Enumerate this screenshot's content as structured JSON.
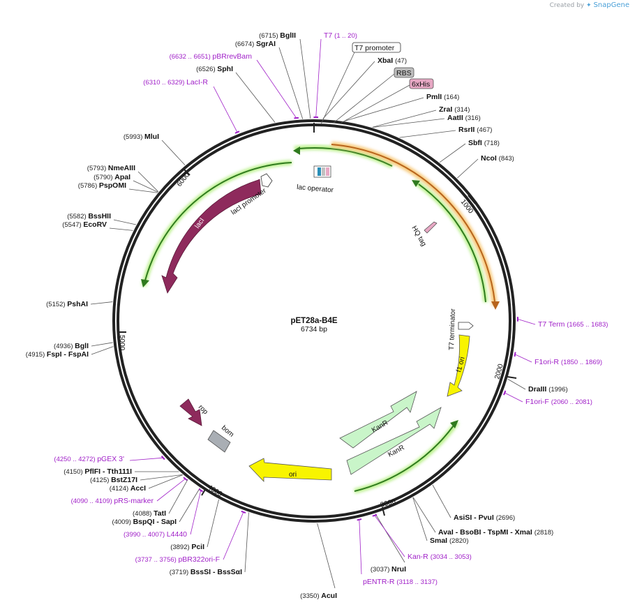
{
  "credit": {
    "prefix": "Created by",
    "brand": "SnapGene"
  },
  "plasmid": {
    "name": "pET28a-B4E",
    "length_label": "6734 bp",
    "length_bp": 6734
  },
  "scale_ticks": [
    "1000",
    "2000",
    "3000",
    "4000",
    "5000",
    "6000"
  ],
  "enzymes": [
    {
      "id": "bglII-top",
      "pos": "(6715)",
      "name": "BglII",
      "bp": 6715
    },
    {
      "id": "sgrai",
      "pos": "(6674)",
      "name": "SgrAI",
      "bp": 6674
    },
    {
      "id": "sphi",
      "pos": "(6526)",
      "name": "SphI",
      "bp": 6526
    },
    {
      "id": "xbai",
      "pos": "(47)",
      "name": "XbaI",
      "bp": 47
    },
    {
      "id": "pmli",
      "pos": "(164)",
      "name": "PmlI",
      "bp": 164
    },
    {
      "id": "zrai",
      "pos": "(314)",
      "name": "ZraI",
      "bp": 314
    },
    {
      "id": "aatii",
      "pos": "(316)",
      "name": "AatII",
      "bp": 316
    },
    {
      "id": "rsrii",
      "pos": "(467)",
      "name": "RsrII",
      "bp": 467
    },
    {
      "id": "sbfi",
      "pos": "(718)",
      "name": "SbfI",
      "bp": 718
    },
    {
      "id": "ncoi",
      "pos": "(843)",
      "name": "NcoI",
      "bp": 843
    },
    {
      "id": "mlui",
      "pos": "(5993)",
      "name": "MluI",
      "bp": 5993
    },
    {
      "id": "nmeaiii",
      "pos": "(5793)",
      "name": "NmeAIII",
      "bp": 5793
    },
    {
      "id": "apai",
      "pos": "(5790)",
      "name": "ApaI",
      "bp": 5790
    },
    {
      "id": "pspomi",
      "pos": "(5786)",
      "name": "PspOMI",
      "bp": 5786
    },
    {
      "id": "bsshii",
      "pos": "(5582)",
      "name": "BssHII",
      "bp": 5582
    },
    {
      "id": "ecorv",
      "pos": "(5547)",
      "name": "EcoRV",
      "bp": 5547
    },
    {
      "id": "pshai",
      "pos": "(5152)",
      "name": "PshAI",
      "bp": 5152
    },
    {
      "id": "bglii",
      "pos": "(4936)",
      "name": "BglI",
      "bp": 4936
    },
    {
      "id": "fspi",
      "pos": "(4915)",
      "name": "FspI - FspAI",
      "bp": 4915
    },
    {
      "id": "draiii",
      "pos": "(1996)",
      "name": "DraIII",
      "bp": 1996
    },
    {
      "id": "pflfi",
      "pos": "(4150)",
      "name": "PflFI - Tth111I",
      "bp": 4150
    },
    {
      "id": "bstz17i",
      "pos": "(4125)",
      "name": "BstZ17I",
      "bp": 4125
    },
    {
      "id": "acci",
      "pos": "(4124)",
      "name": "AccI",
      "bp": 4124
    },
    {
      "id": "tati",
      "pos": "(4088)",
      "name": "TatI",
      "bp": 4088
    },
    {
      "id": "bspqi",
      "pos": "(4009)",
      "name": "BspQI - SapI",
      "bp": 4009
    },
    {
      "id": "pcii",
      "pos": "(3892)",
      "name": "PciI",
      "bp": 3892
    },
    {
      "id": "bsssi",
      "pos": "(3719)",
      "name": "BssSI - BssSαI",
      "bp": 3719
    },
    {
      "id": "acui",
      "pos": "(3350)",
      "name": "AcuI",
      "bp": 3350
    },
    {
      "id": "nrui",
      "pos": "(3037)",
      "name": "NruI",
      "bp": 3037
    },
    {
      "id": "asisi",
      "pos": "(2696)",
      "name": "AsiSI - PvuI",
      "bp": 2696
    },
    {
      "id": "avai",
      "pos": "(2818)",
      "name": "AvaI - BsoBI - TspMI - XmaI",
      "bp": 2818
    },
    {
      "id": "smai",
      "pos": "(2820)",
      "name": "SmaI",
      "bp": 2820
    }
  ],
  "primers": [
    {
      "id": "t7",
      "name": "T7",
      "range": "(1 .. 20)",
      "bp": 10
    },
    {
      "id": "pbrrevbam",
      "name": "pBRrevBam",
      "range": "(6632 .. 6651)",
      "bp": 6641
    },
    {
      "id": "laci-r",
      "name": "LacI-R",
      "range": "(6310 .. 6329)",
      "bp": 6320
    },
    {
      "id": "t7-term",
      "name": "T7 Term",
      "range": "(1665 .. 1683)",
      "bp": 1674
    },
    {
      "id": "f1ori-r",
      "name": "F1ori-R",
      "range": "(1850 .. 1869)",
      "bp": 1860
    },
    {
      "id": "f1ori-f",
      "name": "F1ori-F",
      "range": "(2060 .. 2081)",
      "bp": 2070
    },
    {
      "id": "pgex3",
      "name": "pGEX 3'",
      "range": "(4250 .. 4272)",
      "bp": 4261
    },
    {
      "id": "prs-marker",
      "name": "pRS-marker",
      "range": "(4090 .. 4109)",
      "bp": 4100
    },
    {
      "id": "l4440",
      "name": "L4440",
      "range": "(3990 .. 4007)",
      "bp": 3998
    },
    {
      "id": "pbr322ori-f",
      "name": "pBR322ori-F",
      "range": "(3737 .. 3756)",
      "bp": 3746
    },
    {
      "id": "kan-r",
      "name": "Kan-R",
      "range": "(3034 .. 3053)",
      "bp": 3043
    },
    {
      "id": "pentr-r",
      "name": "pENTR-R",
      "range": "(3118 .. 3137)",
      "bp": 3127
    }
  ],
  "boxed_features": [
    {
      "id": "t7-promoter",
      "name": "T7 promoter",
      "bp": 1,
      "fill": "#ffffff"
    },
    {
      "id": "rbs",
      "name": "RBS",
      "bp": 60,
      "fill": "#bdbdbd"
    },
    {
      "id": "6xhis",
      "name": "6xHis",
      "bp": 100,
      "fill": "#e7a8c4"
    }
  ],
  "features": [
    {
      "id": "laci",
      "name": "lacI",
      "color": "#8e2a5c"
    },
    {
      "id": "laci-promoter",
      "name": "lacI promoter",
      "color": "#ffffff"
    },
    {
      "id": "lac-operator",
      "name": "lac operator",
      "color": "#ffffff"
    },
    {
      "id": "hq-tag",
      "name": "HQ tag",
      "color": "#e7a8c4"
    },
    {
      "id": "t7-terminator",
      "name": "T7 terminator",
      "color": "#ffffff"
    },
    {
      "id": "f1-ori",
      "name": "f1 ori",
      "color": "#f8f400"
    },
    {
      "id": "kanr-1",
      "name": "KanR",
      "color": "#c9f5c9"
    },
    {
      "id": "kanr-2",
      "name": "KanR",
      "color": "#c9f5c9"
    },
    {
      "id": "ori",
      "name": "ori",
      "color": "#f8f400"
    },
    {
      "id": "rop",
      "name": "rop",
      "color": "#8e2a5c"
    },
    {
      "id": "bom",
      "name": "bom",
      "color": "#a9aeb4"
    }
  ]
}
